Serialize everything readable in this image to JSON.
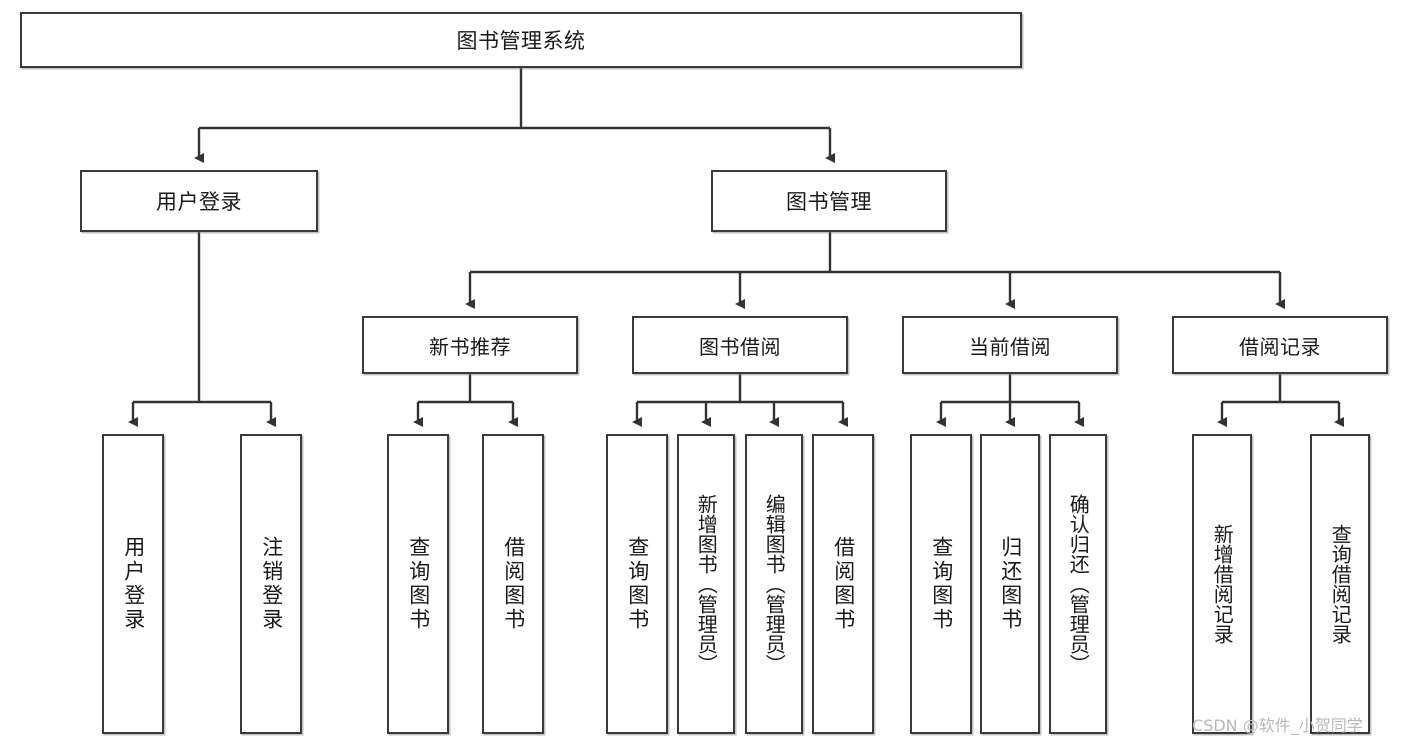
{
  "diagram": {
    "title": "图书管理系统",
    "watermark": "CSDN @软件_小贺同学",
    "colors": {
      "box_border": "#3a3a3a",
      "box_fill": "#ffffff",
      "line": "#333333",
      "text": "#1a1a1a",
      "watermark": "#b8b8b8"
    },
    "root": {
      "label": "图书管理系统"
    },
    "level2": [
      {
        "label": "用户登录"
      },
      {
        "label": "图书管理"
      }
    ],
    "level3": [
      {
        "label": "新书推荐"
      },
      {
        "label": "图书借阅"
      },
      {
        "label": "当前借阅"
      },
      {
        "label": "借阅记录"
      }
    ],
    "leaves": {
      "user_login": [
        {
          "label": "用户登录"
        },
        {
          "label": "注销登录"
        }
      ],
      "new_book": [
        {
          "label": "查询图书"
        },
        {
          "label": "借阅图书"
        }
      ],
      "borrow_book": [
        {
          "label": "查询图书"
        },
        {
          "label": "新增图书（管理员）"
        },
        {
          "label": "编辑图书（管理员）"
        },
        {
          "label": "借阅图书"
        }
      ],
      "current_borrow": [
        {
          "label": "查询图书"
        },
        {
          "label": "归还图书"
        },
        {
          "label": "确认归还（管理员）"
        }
      ],
      "borrow_record": [
        {
          "label": "新增借阅记录"
        },
        {
          "label": "查询借阅记录"
        }
      ]
    }
  }
}
